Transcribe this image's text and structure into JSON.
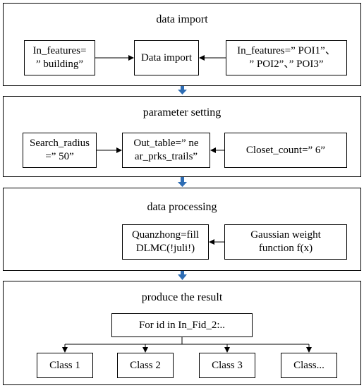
{
  "sections": [
    {
      "title": "data import",
      "boxes": {
        "left": "In_features=\n” building”",
        "center": "Data import",
        "right": "In_features=” POI1”、\n” POI2”、” POI3”"
      }
    },
    {
      "title": "parameter setting",
      "boxes": {
        "left": "Search_radius\n=” 50”",
        "center": "Out_table=” ne\nar_prks_trails”",
        "right": "Closet_count=” 6”"
      }
    },
    {
      "title": "data processing",
      "boxes": {
        "center": "Quanzhong=fill\nDLMC(!juli!)",
        "right": "Gaussian weight\nfunction f(x)"
      }
    },
    {
      "title": "produce the result",
      "boxes": {
        "top": "For id in In_Fid_2:..",
        "classes": [
          "Class 1",
          "Class 2",
          "Class 3",
          "Class..."
        ]
      }
    }
  ],
  "colors": {
    "flow_arrow": "#2e6db4",
    "line": "#000000"
  }
}
